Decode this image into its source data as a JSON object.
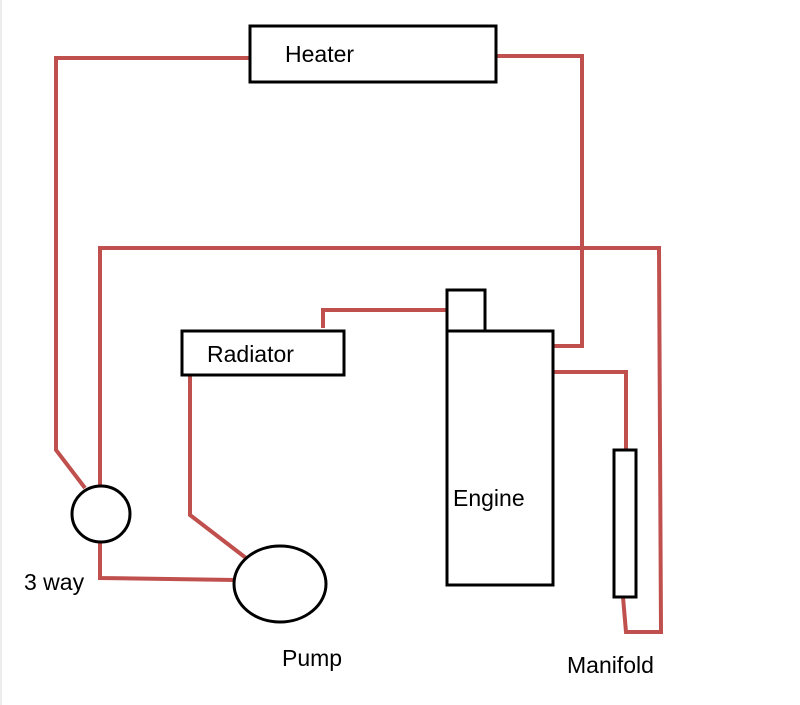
{
  "colors": {
    "pipe": "#c0504d",
    "outline": "#000000",
    "background": "#ffffff"
  },
  "components": {
    "heater": "Heater",
    "radiator": "Radiator",
    "engine": "Engine",
    "manifold": "Manifold",
    "pump": "Pump",
    "three_way": "3 way"
  }
}
